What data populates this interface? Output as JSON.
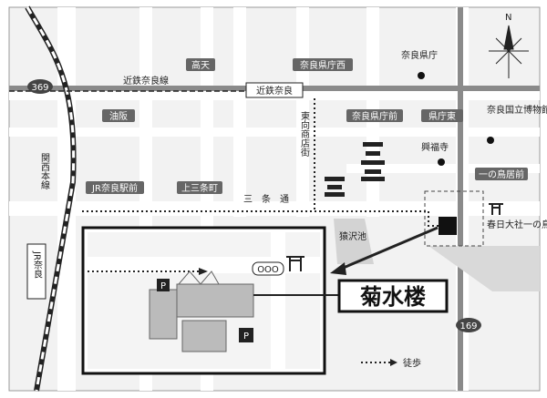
{
  "map": {
    "route_labels": {
      "route_369": "369",
      "route_169": "169"
    },
    "railways": {
      "kintetsu_line": "近鉄奈良線",
      "kansai_line": "関西本線",
      "jr_nara_vertical": "JR奈良"
    },
    "streets": {
      "sanjo_dori": "三条通",
      "higashimuki": "東向商店街"
    },
    "tags": {
      "takaten": "高天",
      "nara_kencho_nishi": "奈良県庁西",
      "aburasaka": "油阪",
      "nara_kencho_mae": "奈良県庁前",
      "kencho_higashi": "県庁東",
      "jr_nara_ekimae": "JR奈良駅前",
      "kamisanjo": "上三条町",
      "ichinotorii_mae": "一の鳥居前"
    },
    "stations": {
      "kintetsu_nara": "近鉄奈良"
    },
    "places": {
      "nara_kencho": "奈良県庁",
      "kofukuji": "興福寺",
      "nara_national_museum": "奈良国立博物館",
      "sarusawa_ike": "猿沢池",
      "kasuga_torii": "春日大社一の鳥居",
      "inset_torii": "一の鳥居"
    },
    "inset": {
      "restaurant_name": "菊水楼",
      "parking_1": "P",
      "parking_2": "P",
      "bus_stop": "OOO"
    },
    "compass": {
      "north": "N"
    },
    "legend": {
      "walking": "徒歩"
    }
  }
}
